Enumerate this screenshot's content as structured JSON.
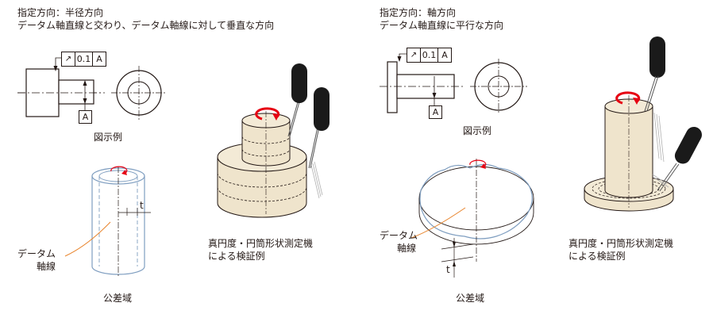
{
  "left": {
    "heading1": "指定方向：半径方向",
    "heading2": "データム軸直線と交わり、データム軸線に対して垂直な方向",
    "drawing_caption": "図示例",
    "tolerance_value": "0.1",
    "datum_letter": "A",
    "datum_box_letter": "A",
    "datum_axis_label1": "データム",
    "datum_axis_label2": "軸線",
    "t_label": "t",
    "zone_caption": "公差域",
    "machine_caption1": "真円度・円筒形状測定機",
    "machine_caption2": "による検証例"
  },
  "right": {
    "heading1": "指定方向：軸方向",
    "heading2": "データム軸直線に平行な方向",
    "drawing_caption": "図示例",
    "tolerance_value": "0.1",
    "datum_letter": "A",
    "datum_box_letter": "A",
    "datum_axis_label1": "データム",
    "datum_axis_label2": "軸線",
    "t_label": "t",
    "zone_caption": "公差域",
    "machine_caption1": "真円度・円筒形状測定機",
    "machine_caption2": "による検証例"
  },
  "colors": {
    "body_fill": "#efe4cc",
    "probe": "#1a1a1a",
    "arrow_red": "#e60012",
    "zone_line": "#7f9ec0",
    "datum_leader": "#e8842c"
  }
}
